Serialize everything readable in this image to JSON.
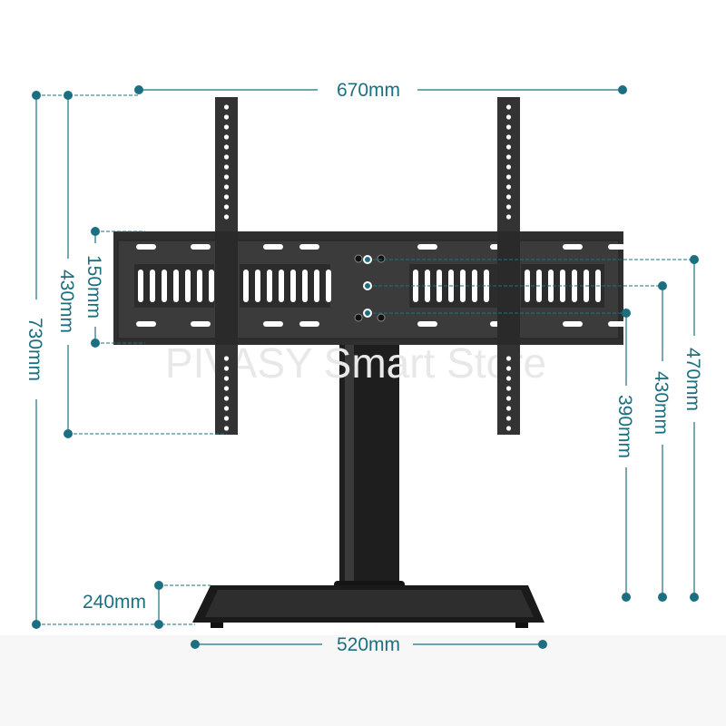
{
  "watermark": "PIVASY Smart Store",
  "colors": {
    "dimension": "#1c6f80",
    "metal": "#2b2b2b",
    "plate": "#3a3a3a"
  },
  "dimensions": {
    "overall_width": "670mm",
    "vesa_vertical_center": "150mm",
    "bracket_height": "430mm",
    "overall_height": "730mm",
    "max_height": "470mm",
    "mid_height": "430mm",
    "min_height": "390mm",
    "base_depth": "240mm",
    "base_width": "520mm"
  }
}
